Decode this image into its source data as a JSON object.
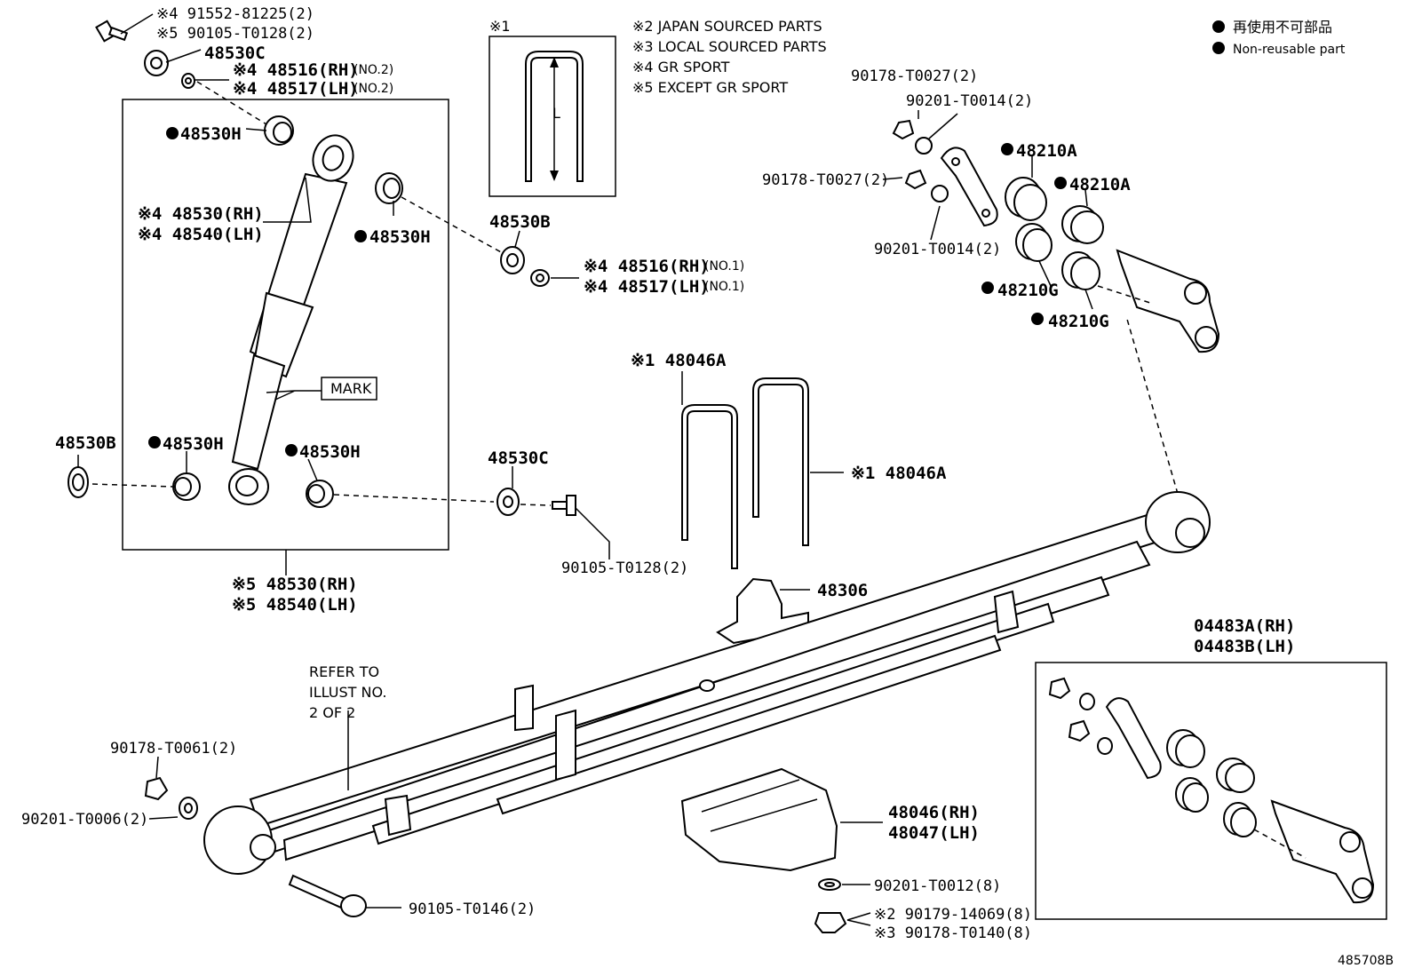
{
  "legend": {
    "note1": "※1",
    "notes": [
      "※2 JAPAN SOURCED PARTS",
      "※3 LOCAL SOURCED PARTS",
      "※4 GR SPORT",
      "※5 EXCEPT GR SPORT"
    ],
    "dimension_label": "L",
    "nonreusable_jp": "再使用不可部品",
    "nonreusable_en": "Non-reusable part"
  },
  "labels": {
    "p_91552": "※4 91552-81225(2)",
    "p_90105_t0128_top": "※5 90105-T0128(2)",
    "p_48530c_top": "48530C",
    "p_48516_no2": "※4 48516(RH)",
    "p_48516_no2_suffix": "(NO.2)",
    "p_48517_no2": "※4 48517(LH)",
    "p_48517_no2_suffix": "(NO.2)",
    "p_48530h_a": "48530H",
    "p_48530_rh": "※4 48530(RH)",
    "p_48540_lh": "※4 48540(LH)",
    "p_48530h_b": "48530H",
    "p_48530b_mid": "48530B",
    "p_48516_no1": "※4 48516(RH)",
    "p_48516_no1_suffix": "(NO.1)",
    "p_48517_no1": "※4 48517(LH)",
    "p_48517_no1_suffix": "(NO.1)",
    "mark": "MARK",
    "p_48530b_left": "48530B",
    "p_48530h_c": "48530H",
    "p_48530h_d": "48530H",
    "p_48530c_mid": "48530C",
    "p_90105_t0128_mid": "90105-T0128(2)",
    "p_48530_rh_ex": "※5 48530(RH)",
    "p_48540_lh_ex": "※5 48540(LH)",
    "p_90178_t0027_a": "90178-T0027(2)",
    "p_90201_t0014_a": "90201-T0014(2)",
    "p_48210a_a": "48210A",
    "p_90178_t0027_b": "90178-T0027(2)",
    "p_48210a_b": "48210A",
    "p_90201_t0014_b": "90201-T0014(2)",
    "p_48210g_a": "48210G",
    "p_48210g_b": "48210G",
    "p_48046a_a": "※1 48046A",
    "p_48046a_b": "※1 48046A",
    "p_48306": "48306",
    "p_04483a": "04483A(RH)",
    "p_04483b": "04483B(LH)",
    "refer_1": "REFER TO",
    "refer_2": "ILLUST NO.",
    "refer_3": "2 OF 2",
    "p_90178_t0061": "90178-T0061(2)",
    "p_90201_t0006": "90201-T0006(2)",
    "p_48046_rh": "48046(RH)",
    "p_48047_lh": "48047(LH)",
    "p_90201_t0012": "90201-T0012(8)",
    "p_90105_t0146": "90105-T0146(2)",
    "p_90179_14069": "※2 90179-14069(8)",
    "p_90178_t0140": "※3 90178-T0140(8)",
    "illust_no": "485708B"
  }
}
